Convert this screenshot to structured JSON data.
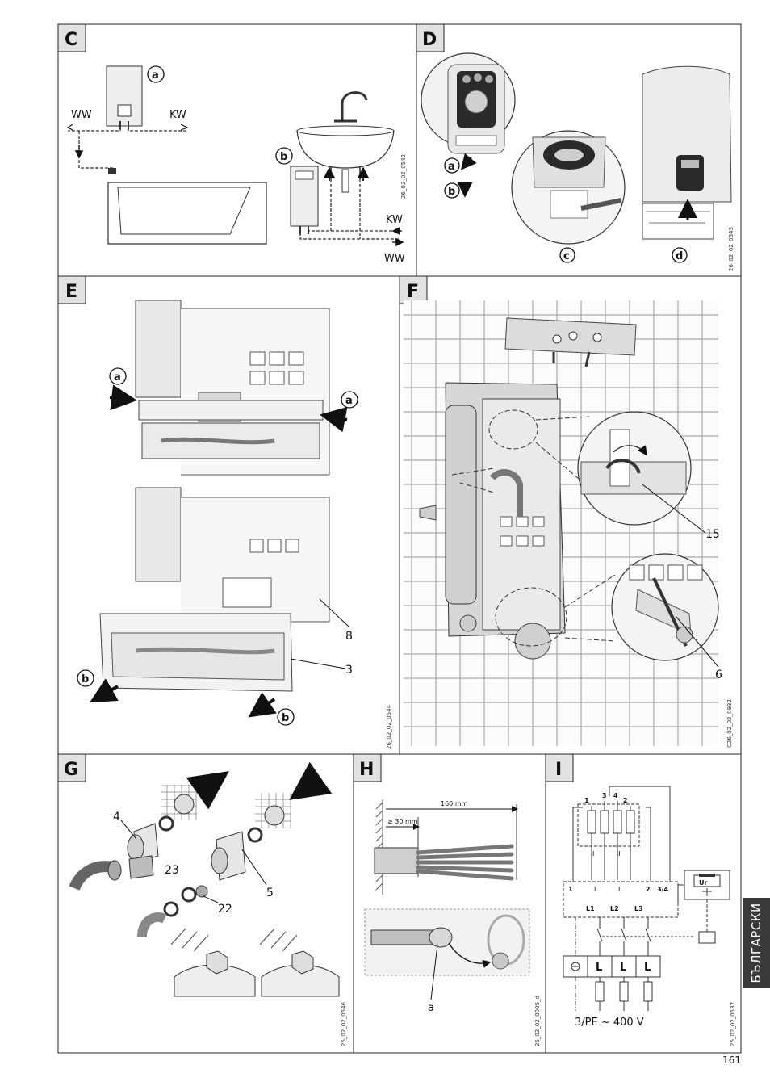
{
  "panels": {
    "C": {
      "letter": "C",
      "labels": {
        "ww": "WW",
        "kw": "KW",
        "a": "a",
        "b": "b",
        "kw2": "KW",
        "ww2": "WW"
      },
      "code": "26_02_02_0542"
    },
    "D": {
      "letter": "D",
      "labels": {
        "a": "a",
        "b": "b",
        "c": "c",
        "d": "d"
      },
      "code": "26_02_02_0543"
    },
    "E": {
      "letter": "E",
      "labels": {
        "a_left": "a",
        "a_right": "a",
        "b_left": "b",
        "b_bottom": "b",
        "n8": "8",
        "n3": "3"
      },
      "code": "26_02_02_0544"
    },
    "F": {
      "letter": "F",
      "labels": {
        "n15": "15",
        "n6": "6"
      },
      "code": "C26_02_02_0932"
    },
    "G": {
      "letter": "G",
      "labels": {
        "n4": "4",
        "n5": "5",
        "n23": "23",
        "n22": "22"
      },
      "code": "26_02_02_0546"
    },
    "H": {
      "letter": "H",
      "labels": {
        "len160": "160 mm",
        "len30": "≥ 30 mm",
        "a": "a"
      },
      "code": "26_02_02_0005_d"
    },
    "I": {
      "letter": "I",
      "labels": {
        "t1": "1",
        "t3": "3",
        "t4": "4",
        "t2": "2",
        "roman_i": "I",
        "roman_ii": "II",
        "b1": "1",
        "b_i": "I",
        "b_ii": "II",
        "b2": "2",
        "b34": "3/4",
        "l1": "L1",
        "l2": "L2",
        "l3": "L3",
        "ur": "Ur",
        "sup_l1": "L",
        "sup_l2": "L",
        "sup_l3": "L",
        "supply": "3/PE ~ 400 V"
      },
      "code": "26_02_02_0537"
    }
  },
  "language_tab": "БЪЛГАРСКИ",
  "page_number": "161"
}
